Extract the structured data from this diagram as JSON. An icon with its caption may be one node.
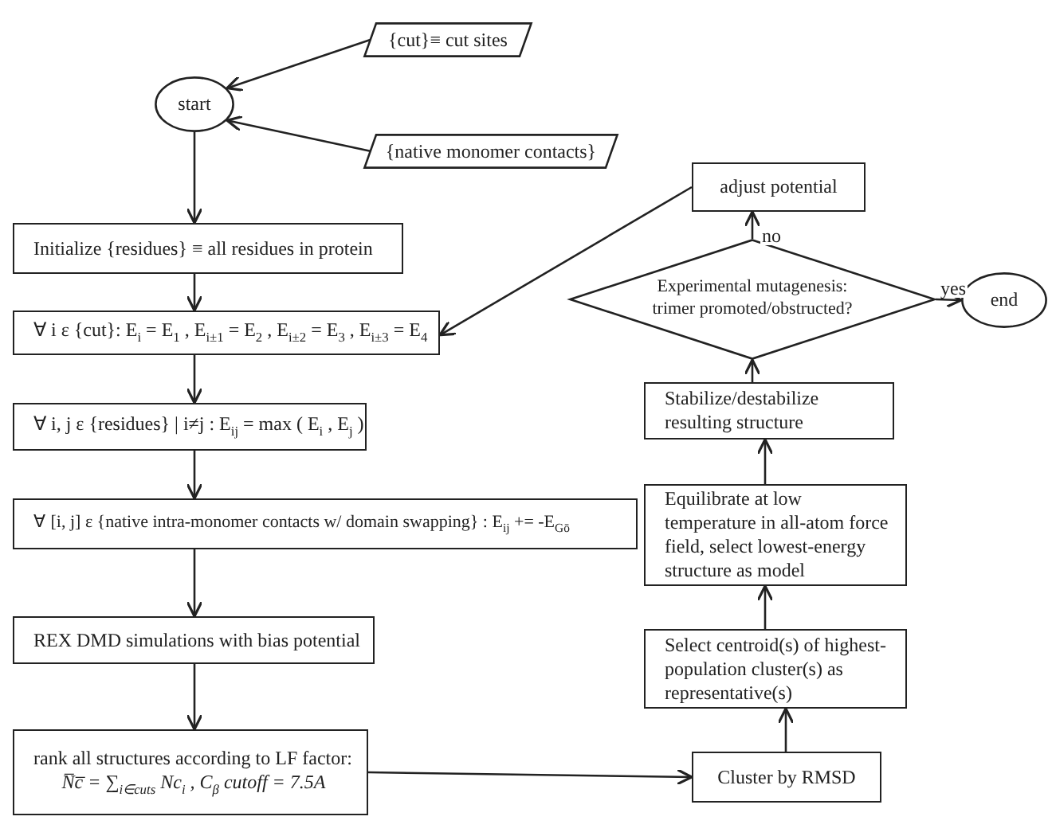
{
  "diagram": {
    "nodes": [
      {
        "text": [
          "{cut}≡  cut sites"
        ]
      },
      {
        "text": [
          "start"
        ]
      },
      {
        "text": [
          "{native monomer contacts}"
        ]
      },
      {
        "text": [
          "Initialize {residues} ≡  all residues in protein"
        ]
      },
      {
        "text": [
          "∀ i ε {cut}:  E$_{i}$ = E$_{1}$ ,  E$_{i±1}$ = E$_{2}$ ,  E$_{i±2}$ = E$_{3}$ ,  E$_{i±3}$ = E$_{4}$"
        ]
      },
      {
        "text": [
          "∀  i, j ε {residues} | i≠j :  E$_{ij}$ = max ( E$_{i}$ , E$_{j}$ )"
        ]
      },
      {
        "text": [
          "∀ [i, j] ε {native intra-monomer contacts w/ domain swapping} :  E$_{ij}$ += -E$_{Gō}$"
        ]
      },
      {
        "text": [
          "REX DMD simulations with bias potential"
        ]
      },
      {
        "text": [
          "rank all structures according to LF factor:",
          "N̅c̅ = ∑$_{i∈cuts}$ Nc$_{i}$ ,    C$_{β}$ cutoff = 7.5A"
        ]
      },
      {
        "text": [
          "adjust potential"
        ]
      },
      {
        "text": [
          "Experimental mutagenesis: trimer promoted/obstructed?"
        ]
      },
      {
        "text": [
          "end"
        ]
      },
      {
        "text": [
          "Stabilize/destabilize resulting structure"
        ]
      },
      {
        "text": [
          "Equilibrate at low temperature in all-atom force field, select lowest-energy structure as model"
        ]
      },
      {
        "text": [
          "Select centroid(s) of highest-population cluster(s) as representative(s)"
        ]
      },
      {
        "text": [
          "Cluster by RMSD"
        ]
      }
    ],
    "edges": [
      {
        "from": 0,
        "to": 1,
        "arrow": "to"
      },
      {
        "from": 2,
        "to": 1,
        "arrow": "to"
      },
      {
        "from": 1,
        "to": 3,
        "arrow": "to"
      },
      {
        "from": 3,
        "to": 4,
        "arrow": "to"
      },
      {
        "from": 4,
        "to": 5,
        "arrow": "to"
      },
      {
        "from": 5,
        "to": 6,
        "arrow": "to"
      },
      {
        "from": 6,
        "to": 7,
        "arrow": "to"
      },
      {
        "from": 7,
        "to": 8,
        "arrow": "to"
      },
      {
        "from": 8,
        "to": 15,
        "arrow": "to"
      },
      {
        "from": 15,
        "to": 14,
        "arrow": "to"
      },
      {
        "from": 14,
        "to": 13,
        "arrow": "to"
      },
      {
        "from": 13,
        "to": 12,
        "arrow": "to"
      },
      {
        "from": 12,
        "to": 10,
        "arrow": "to"
      },
      {
        "from": 10,
        "to": 9,
        "label": "no",
        "arrow": "to"
      },
      {
        "from": 10,
        "to": 11,
        "label": "yes",
        "arrow": "to"
      },
      {
        "from": 9,
        "to": 4,
        "arrow": "to"
      }
    ]
  }
}
